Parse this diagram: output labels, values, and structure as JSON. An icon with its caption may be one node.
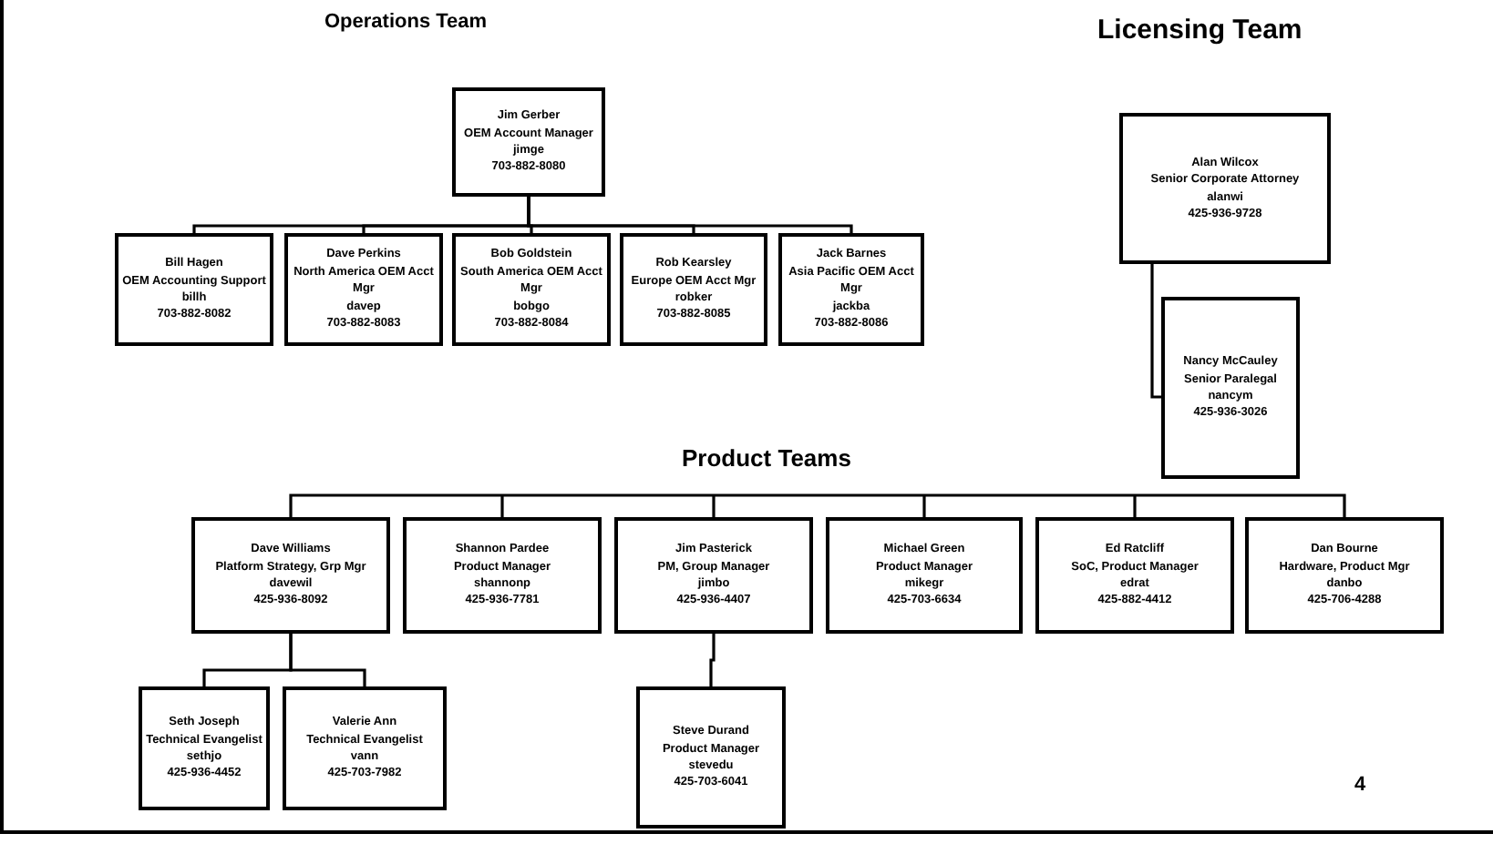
{
  "diagram": {
    "nodes": [
      {
        "text": [
          "Jim Gerber",
          "OEM Account Manager",
          "jimge",
          "703-882-8080"
        ]
      },
      {
        "text": [
          "Bill Hagen",
          "OEM Accounting Support",
          "billh",
          "703-882-8082"
        ]
      },
      {
        "text": [
          "Dave Perkins",
          "North America OEM Acct Mgr",
          "davep",
          "703-882-8083"
        ]
      },
      {
        "text": [
          "Bob Goldstein",
          "South America OEM Acct Mgr",
          "bobgo",
          "703-882-8084"
        ]
      },
      {
        "text": [
          "Rob Kearsley",
          "Europe OEM Acct Mgr",
          "robker",
          "703-882-8085"
        ]
      },
      {
        "text": [
          "Jack Barnes",
          "Asia Pacific OEM Acct Mgr",
          "jackba",
          "703-882-8086"
        ]
      },
      {
        "text": [
          "Alan Wilcox",
          "Senior Corporate Attorney",
          "alanwi",
          "425-936-9728"
        ]
      },
      {
        "text": [
          "Nancy McCauley",
          "Senior Paralegal",
          "nancym",
          "425-936-3026"
        ]
      },
      {
        "text": [
          "Dave Williams",
          "Platform Strategy, Grp Mgr",
          "davewil",
          "425-936-8092"
        ]
      },
      {
        "text": [
          "Shannon Pardee",
          "Product Manager",
          "shannonp",
          "425-936-7781"
        ]
      },
      {
        "text": [
          "Jim Pasterick",
          "PM, Group Manager",
          "jimbo",
          "425-936-4407"
        ]
      },
      {
        "text": [
          "Michael Green",
          "Product Manager",
          "mikegr",
          "425-703-6634"
        ]
      },
      {
        "text": [
          "Ed Ratcliff",
          "SoC, Product Manager",
          "edrat",
          "425-882-4412"
        ]
      },
      {
        "text": [
          "Dan Bourne",
          "Hardware, Product Mgr",
          "danbo",
          "425-706-4288"
        ]
      },
      {
        "text": [
          "Seth Joseph",
          "Technical Evangelist",
          "sethjo",
          "425-936-4452"
        ]
      },
      {
        "text": [
          "Valerie Ann",
          "Technical Evangelist",
          "vann",
          "425-703-7982"
        ]
      },
      {
        "text": [
          "Steve Durand",
          "Product Manager",
          "stevedu",
          "425-703-6041"
        ]
      }
    ],
    "edges": [
      {
        "from": 0,
        "to": 1,
        "arrow": "none"
      },
      {
        "from": 0,
        "to": 2,
        "arrow": "none"
      },
      {
        "from": 0,
        "to": 3,
        "arrow": "none"
      },
      {
        "from": 0,
        "to": 4,
        "arrow": "none"
      },
      {
        "from": 0,
        "to": 5,
        "arrow": "none"
      },
      {
        "from": 6,
        "to": 7,
        "arrow": "none"
      },
      {
        "from": 8,
        "to": 14,
        "arrow": "none"
      },
      {
        "from": 8,
        "to": 15,
        "arrow": "none"
      },
      {
        "from": 10,
        "to": 16,
        "arrow": "none"
      }
    ],
    "labels": [
      "Operations Team",
      "Licensing Team",
      "Product Teams",
      "4"
    ]
  }
}
